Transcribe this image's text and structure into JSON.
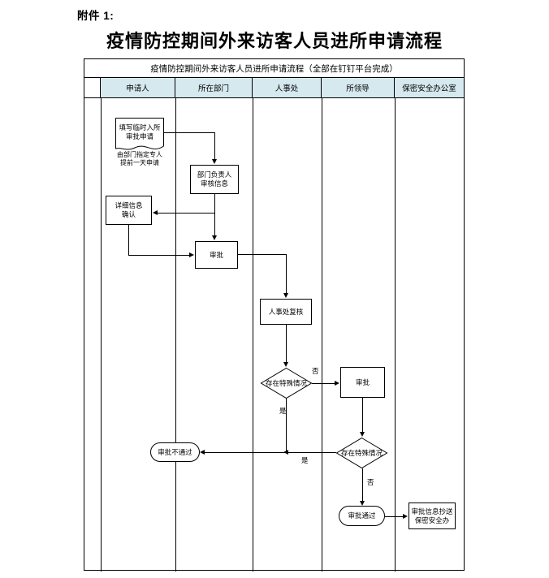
{
  "attachment_label": "附件 1:",
  "title": "疫情防控期间外来访客人员进所申请流程",
  "table": {
    "banner": "疫情防控期间外来访客人员进所申请流程（全部在钉钉平台完成）",
    "columns": [
      {
        "label": "",
        "width": 20
      },
      {
        "label": "申请人",
        "width": 92
      },
      {
        "label": "所在部门",
        "width": 95
      },
      {
        "label": "人事处",
        "width": 85
      },
      {
        "label": "所领导",
        "width": 90
      },
      {
        "label": "保密安全办公室",
        "width": 85
      }
    ]
  },
  "nodes": {
    "apply_form": "填写临时入所审批申请",
    "apply_caption": "由部门指定专人\n提前一天申请",
    "apply_caption_line1": "由部门指定专人",
    "apply_caption_line2": "提前一天申请",
    "dept_review": "部门负责人\n审核信息",
    "dept_review_line1": "部门负责人",
    "dept_review_line2": "审核信息",
    "detail_confirm": "详细信息\n确认",
    "detail_confirm_line1": "详细信息",
    "detail_confirm_line2": "确认",
    "approve1": "审批",
    "hr_recheck": "人事处复核",
    "decision1": "存在特殊情况",
    "approve2": "审批",
    "decision2": "存在特殊情况",
    "rejected": "审批不通过",
    "passed": "审批通过",
    "cc_security": "审批信息抄送\n保密安全办",
    "cc_security_line1": "审批信息抄送",
    "cc_security_line2": "保密安全办"
  },
  "edge_labels": {
    "d1_no": "否",
    "d1_yes": "是",
    "d2_yes": "是",
    "d2_no": "否"
  },
  "colors": {
    "header_fill": "#d5e9ee",
    "line": "#000000",
    "background": "#ffffff"
  }
}
